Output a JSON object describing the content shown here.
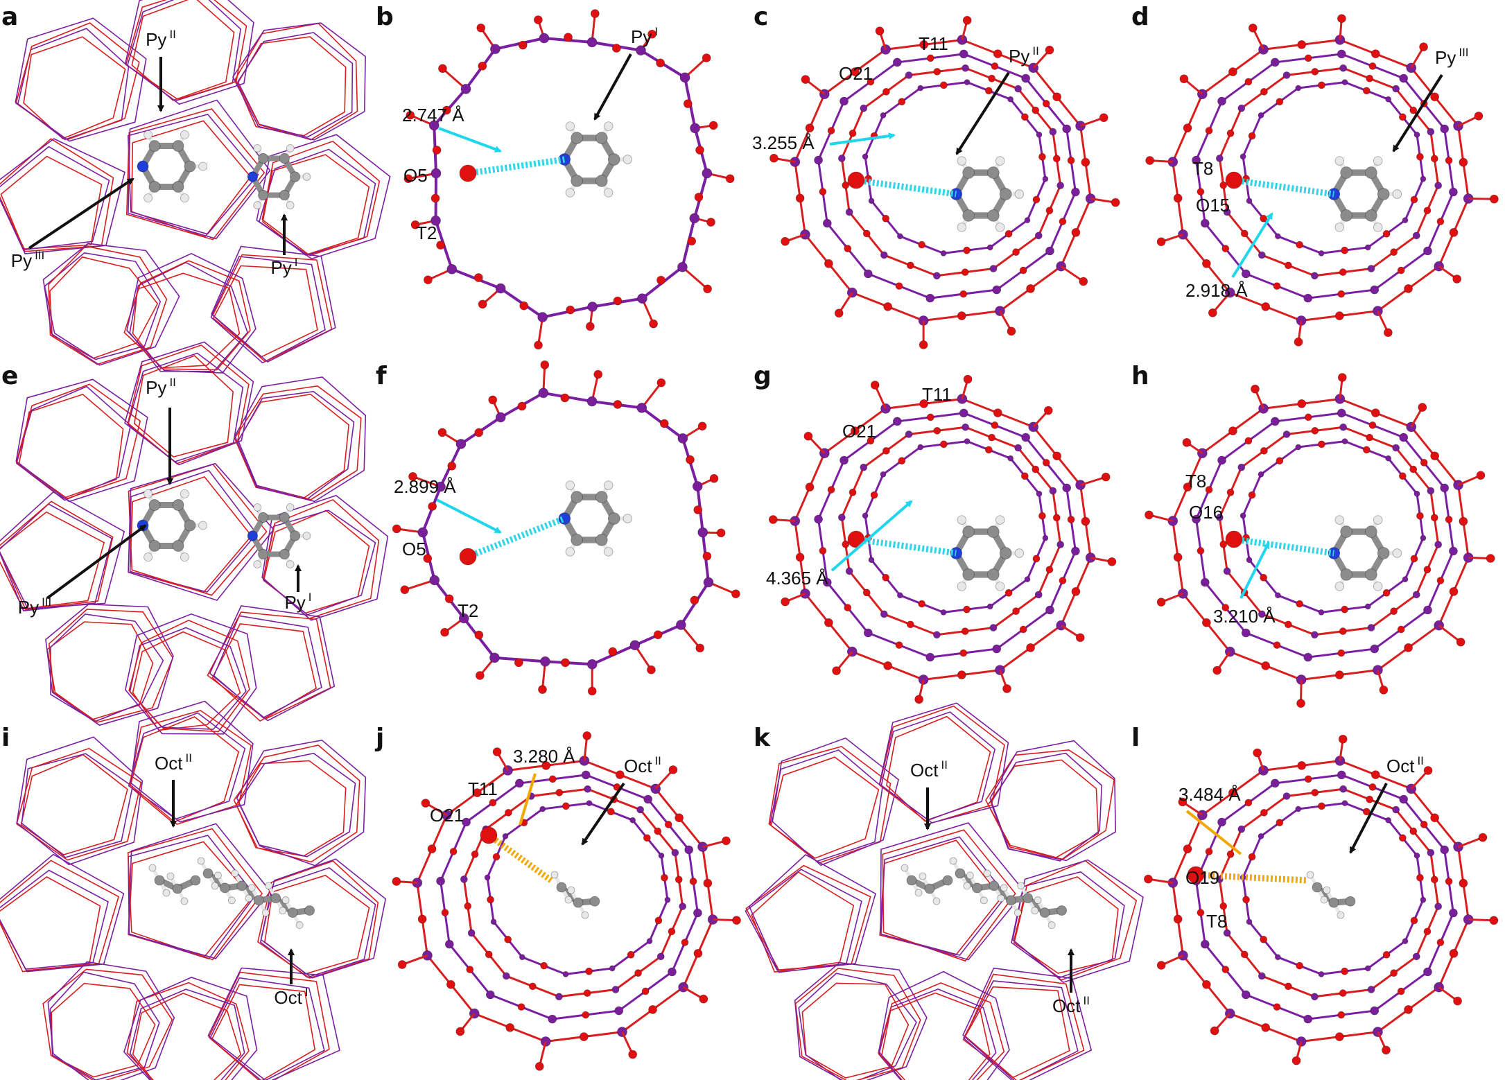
{
  "figure": {
    "panels": [
      {
        "letter": "a",
        "kind": "wire",
        "mol": "py",
        "labels": [
          {
            "base": "Py",
            "sup": "II"
          },
          {
            "base": "Py",
            "sup": "III"
          },
          {
            "base": "Py",
            "sup": "I"
          }
        ]
      },
      {
        "letter": "b",
        "kind": "ring",
        "mol": "py",
        "labels": [
          {
            "base": "Py",
            "sup": "I"
          },
          {
            "base": "2.747 Å",
            "sup": ""
          },
          {
            "base": "O5",
            "sup": ""
          },
          {
            "base": "T2",
            "sup": ""
          }
        ]
      },
      {
        "letter": "c",
        "kind": "tube",
        "mol": "py",
        "labels": [
          {
            "base": "T11",
            "sup": ""
          },
          {
            "base": "O21",
            "sup": ""
          },
          {
            "base": "Py",
            "sup": "II"
          },
          {
            "base": "3.255 Å",
            "sup": ""
          }
        ]
      },
      {
        "letter": "d",
        "kind": "tube",
        "mol": "py",
        "labels": [
          {
            "base": "Py",
            "sup": "III"
          },
          {
            "base": "T8",
            "sup": ""
          },
          {
            "base": "O15",
            "sup": ""
          },
          {
            "base": "2.918 Å",
            "sup": ""
          }
        ]
      },
      {
        "letter": "e",
        "kind": "wire",
        "mol": "py",
        "labels": [
          {
            "base": "Py",
            "sup": "II"
          },
          {
            "base": "Py",
            "sup": "III"
          },
          {
            "base": "Py",
            "sup": "I"
          }
        ]
      },
      {
        "letter": "f",
        "kind": "ring",
        "mol": "py",
        "labels": [
          {
            "base": "2.899 Å",
            "sup": ""
          },
          {
            "base": "O5",
            "sup": ""
          },
          {
            "base": "T2",
            "sup": ""
          }
        ]
      },
      {
        "letter": "g",
        "kind": "tube",
        "mol": "py",
        "labels": [
          {
            "base": "T11",
            "sup": ""
          },
          {
            "base": "O21",
            "sup": ""
          },
          {
            "base": "4.365 Å",
            "sup": ""
          }
        ]
      },
      {
        "letter": "h",
        "kind": "tube",
        "mol": "py",
        "labels": [
          {
            "base": "T8",
            "sup": ""
          },
          {
            "base": "O16",
            "sup": ""
          },
          {
            "base": "3.210 Å",
            "sup": ""
          }
        ]
      },
      {
        "letter": "i",
        "kind": "wire",
        "mol": "oct",
        "labels": [
          {
            "base": "Oct",
            "sup": "II"
          },
          {
            "base": "Oct",
            "sup": "I"
          }
        ]
      },
      {
        "letter": "j",
        "kind": "tube",
        "mol": "oct",
        "labels": [
          {
            "base": "3.280 Å",
            "sup": ""
          },
          {
            "base": "T11",
            "sup": ""
          },
          {
            "base": "O21",
            "sup": ""
          },
          {
            "base": "Oct",
            "sup": "II"
          }
        ]
      },
      {
        "letter": "k",
        "kind": "wire",
        "mol": "oct",
        "labels": [
          {
            "base": "Oct",
            "sup": "II"
          },
          {
            "base": "Oct",
            "sup": "II"
          }
        ]
      },
      {
        "letter": "l",
        "kind": "tube",
        "mol": "oct",
        "labels": [
          {
            "base": "Oct",
            "sup": "II"
          },
          {
            "base": "3.484 Å",
            "sup": ""
          },
          {
            "base": "O19",
            "sup": ""
          },
          {
            "base": "T8",
            "sup": ""
          }
        ]
      }
    ]
  },
  "colors": {
    "framework_red": "#d81e1e",
    "framework_purple": "#7b1fa2",
    "oxygen": "#e01010",
    "silicon": "#7a1f9a",
    "carbon": "#8c8c8c",
    "hydrogen": "#e8e8e8",
    "nitrogen": "#1f3fd6",
    "bond_hbond_cyan": "#33d4e6",
    "bond_ch_orange": "#f2a800",
    "arrow_black": "#111111",
    "arrow_cyan": "#1fd6ec",
    "arrow_orange": "#f2a800"
  }
}
